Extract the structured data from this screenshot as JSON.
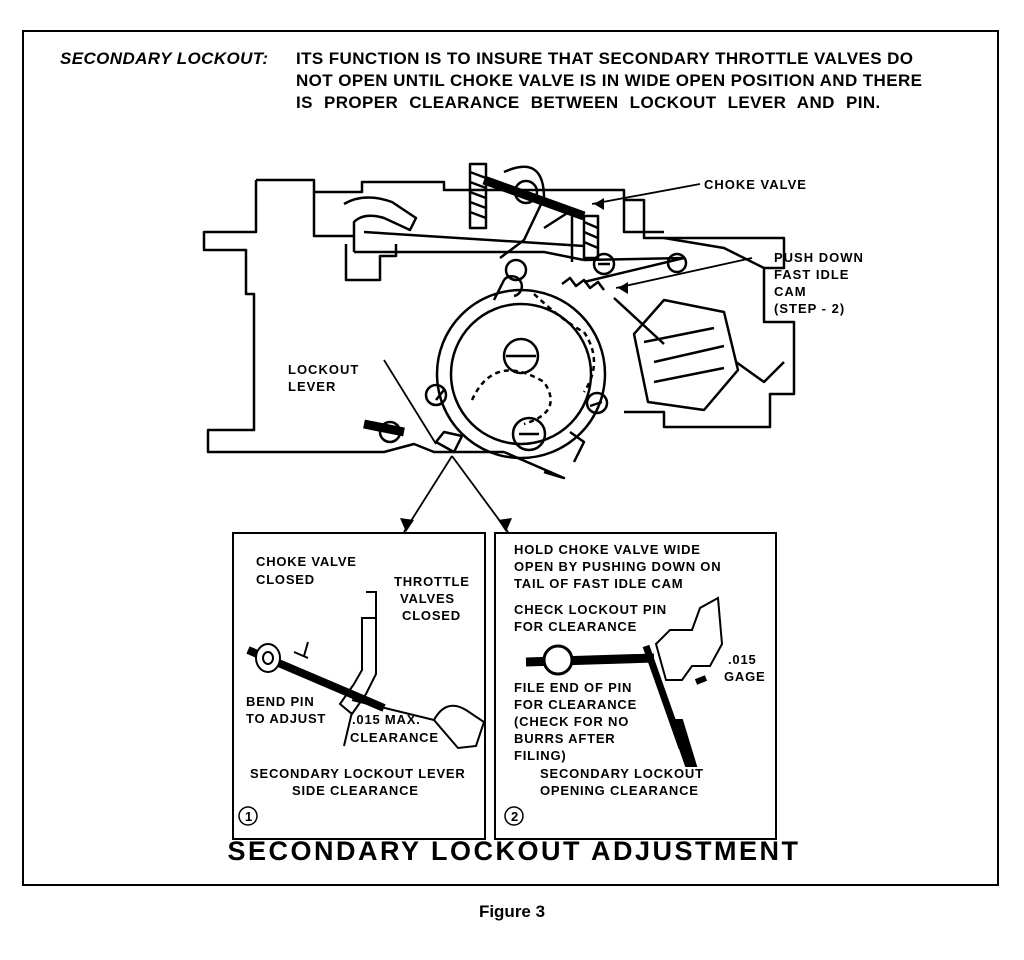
{
  "intro": {
    "lead": "SECONDARY LOCKOUT:",
    "lines": [
      "ITS FUNCTION IS TO INSURE THAT SECONDARY THROTTLE VALVES DO",
      "NOT OPEN UNTIL CHOKE VALVE IS IN WIDE OPEN POSITION AND THERE",
      "IS PROPER CLEARANCE BETWEEN LOCKOUT LEVER AND PIN."
    ]
  },
  "callouts": {
    "choke_valve": "CHOKE VALVE",
    "push_down": [
      "PUSH DOWN",
      "FAST IDLE",
      "CAM",
      "(STEP - 2)"
    ],
    "lockout_lever": [
      "LOCKOUT",
      "LEVER"
    ]
  },
  "panel1": {
    "choke": [
      "CHOKE VALVE",
      "CLOSED"
    ],
    "throttle": [
      "THROTTLE",
      "VALVES",
      "CLOSED"
    ],
    "bend": [
      "BEND PIN",
      "TO ADJUST"
    ],
    "clearance": [
      ".015 MAX.",
      "CLEARANCE"
    ],
    "number": "1",
    "title": [
      "SECONDARY LOCKOUT LEVER",
      "SIDE CLEARANCE"
    ]
  },
  "panel2": {
    "hold": [
      "HOLD CHOKE VALVE WIDE",
      "OPEN BY PUSHING DOWN ON",
      "TAIL OF FAST IDLE CAM"
    ],
    "check": [
      "CHECK LOCKOUT PIN",
      "FOR CLEARANCE"
    ],
    "gage": [
      ".015",
      "GAGE"
    ],
    "file": [
      "FILE END OF PIN",
      "FOR CLEARANCE",
      "(CHECK FOR NO",
      "BURRS AFTER",
      "FILING)"
    ],
    "number": "2",
    "title": [
      "SECONDARY LOCKOUT",
      "OPENING CLEARANCE"
    ]
  },
  "caption": "SECONDARY LOCKOUT ADJUSTMENT",
  "figure": "Figure 3"
}
